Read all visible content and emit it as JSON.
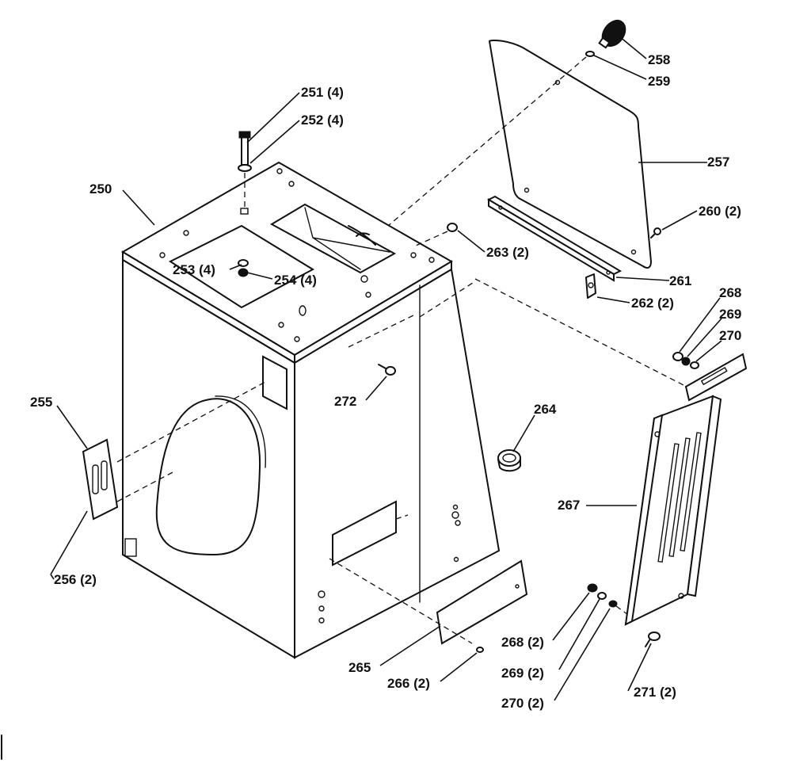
{
  "diagram": {
    "labels": [
      {
        "id": "250",
        "text": "250"
      },
      {
        "id": "251",
        "text": "251 (4)"
      },
      {
        "id": "252",
        "text": "252 (4)"
      },
      {
        "id": "253",
        "text": "253 (4)"
      },
      {
        "id": "254",
        "text": "254 (4)"
      },
      {
        "id": "255",
        "text": "255"
      },
      {
        "id": "256",
        "text": "256 (2)"
      },
      {
        "id": "257",
        "text": "257"
      },
      {
        "id": "258",
        "text": "258"
      },
      {
        "id": "259",
        "text": "259"
      },
      {
        "id": "260",
        "text": "260 (2)"
      },
      {
        "id": "261",
        "text": "261"
      },
      {
        "id": "262",
        "text": "262 (2)"
      },
      {
        "id": "263",
        "text": "263 (2)"
      },
      {
        "id": "264",
        "text": "264"
      },
      {
        "id": "265",
        "text": "265"
      },
      {
        "id": "266",
        "text": "266 (2)"
      },
      {
        "id": "267",
        "text": "267"
      },
      {
        "id": "268a",
        "text": "268"
      },
      {
        "id": "269a",
        "text": "269"
      },
      {
        "id": "270a",
        "text": "270"
      },
      {
        "id": "268b",
        "text": "268 (2)"
      },
      {
        "id": "269b",
        "text": "269 (2)"
      },
      {
        "id": "270b",
        "text": "270 (2)"
      },
      {
        "id": "271",
        "text": "271 (2)"
      },
      {
        "id": "272",
        "text": "272"
      }
    ]
  }
}
